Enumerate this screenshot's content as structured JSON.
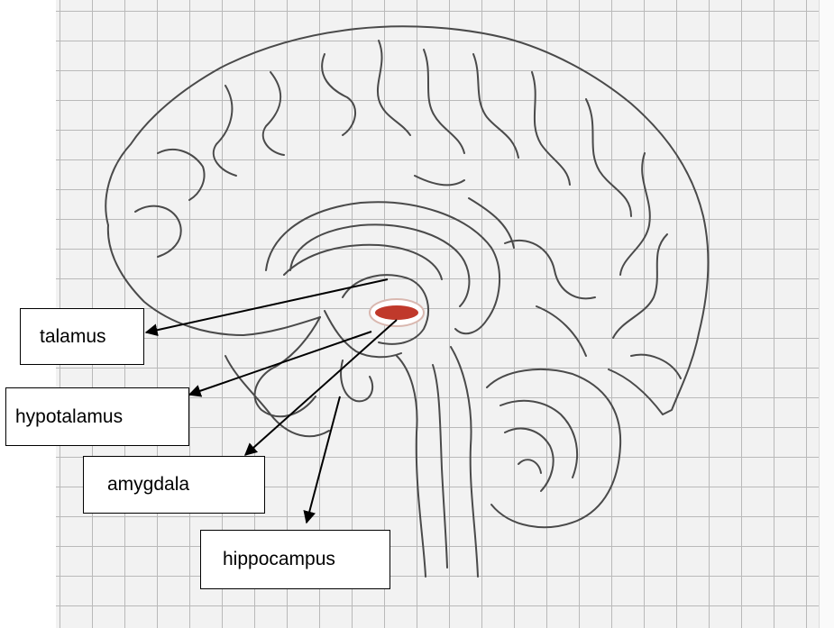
{
  "labels": {
    "thalamus": "talamus",
    "hypothalamus": "hypotalamus",
    "amygdala": "amygdala",
    "hippocampus": "hippocampus"
  },
  "colors": {
    "marker": "#c0392b",
    "ink": "#4a4a4a",
    "grid": "#b9b9b9"
  }
}
